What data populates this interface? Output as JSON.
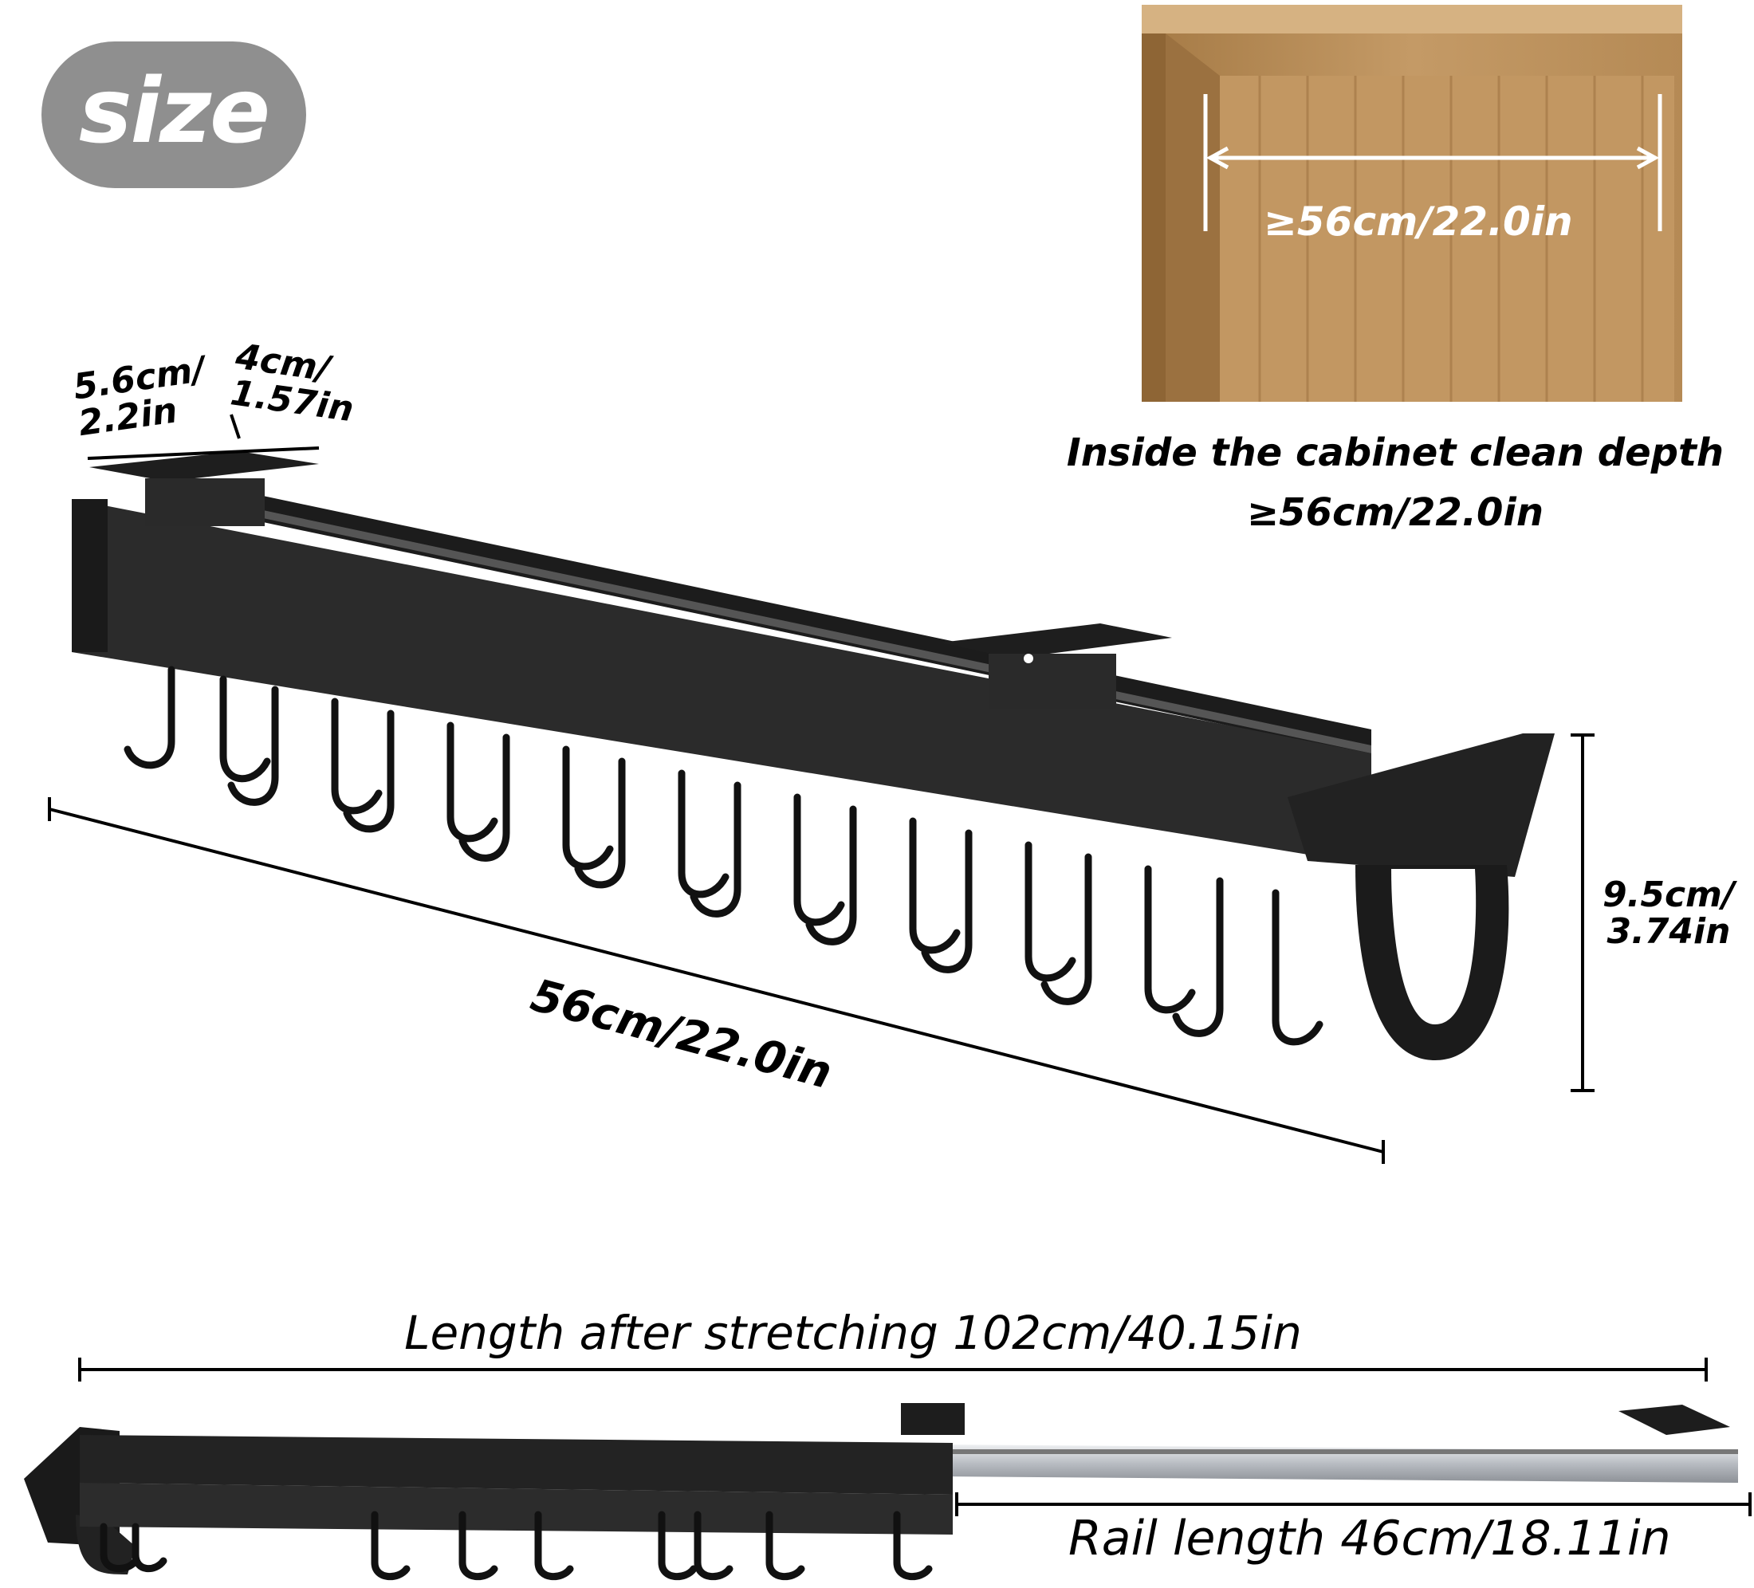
{
  "badge": {
    "label": "size"
  },
  "cabinet": {
    "photo_measure": "≥56cm/22.0in",
    "caption_line1": "Inside the cabinet clean depth",
    "caption_line2": "≥56cm/22.0in"
  },
  "rack": {
    "mount_width": "5.6cm/\n2.2in",
    "mount_depth": "4cm/\n1.57in",
    "length": "56cm/22.0in",
    "height": "9.5cm/\n3.74in"
  },
  "extended": {
    "stretch_length": "Length after stretching 102cm/40.15in",
    "rail_length": "Rail length 46cm/18.11in"
  },
  "colors": {
    "badge": "#8f8f8f",
    "wood": "#b98f5c",
    "rack": "#2a2a2a",
    "rail": "#c8ccd2"
  },
  "icons": [
    "hook-icon",
    "mounting-bracket-icon",
    "handle-icon"
  ]
}
